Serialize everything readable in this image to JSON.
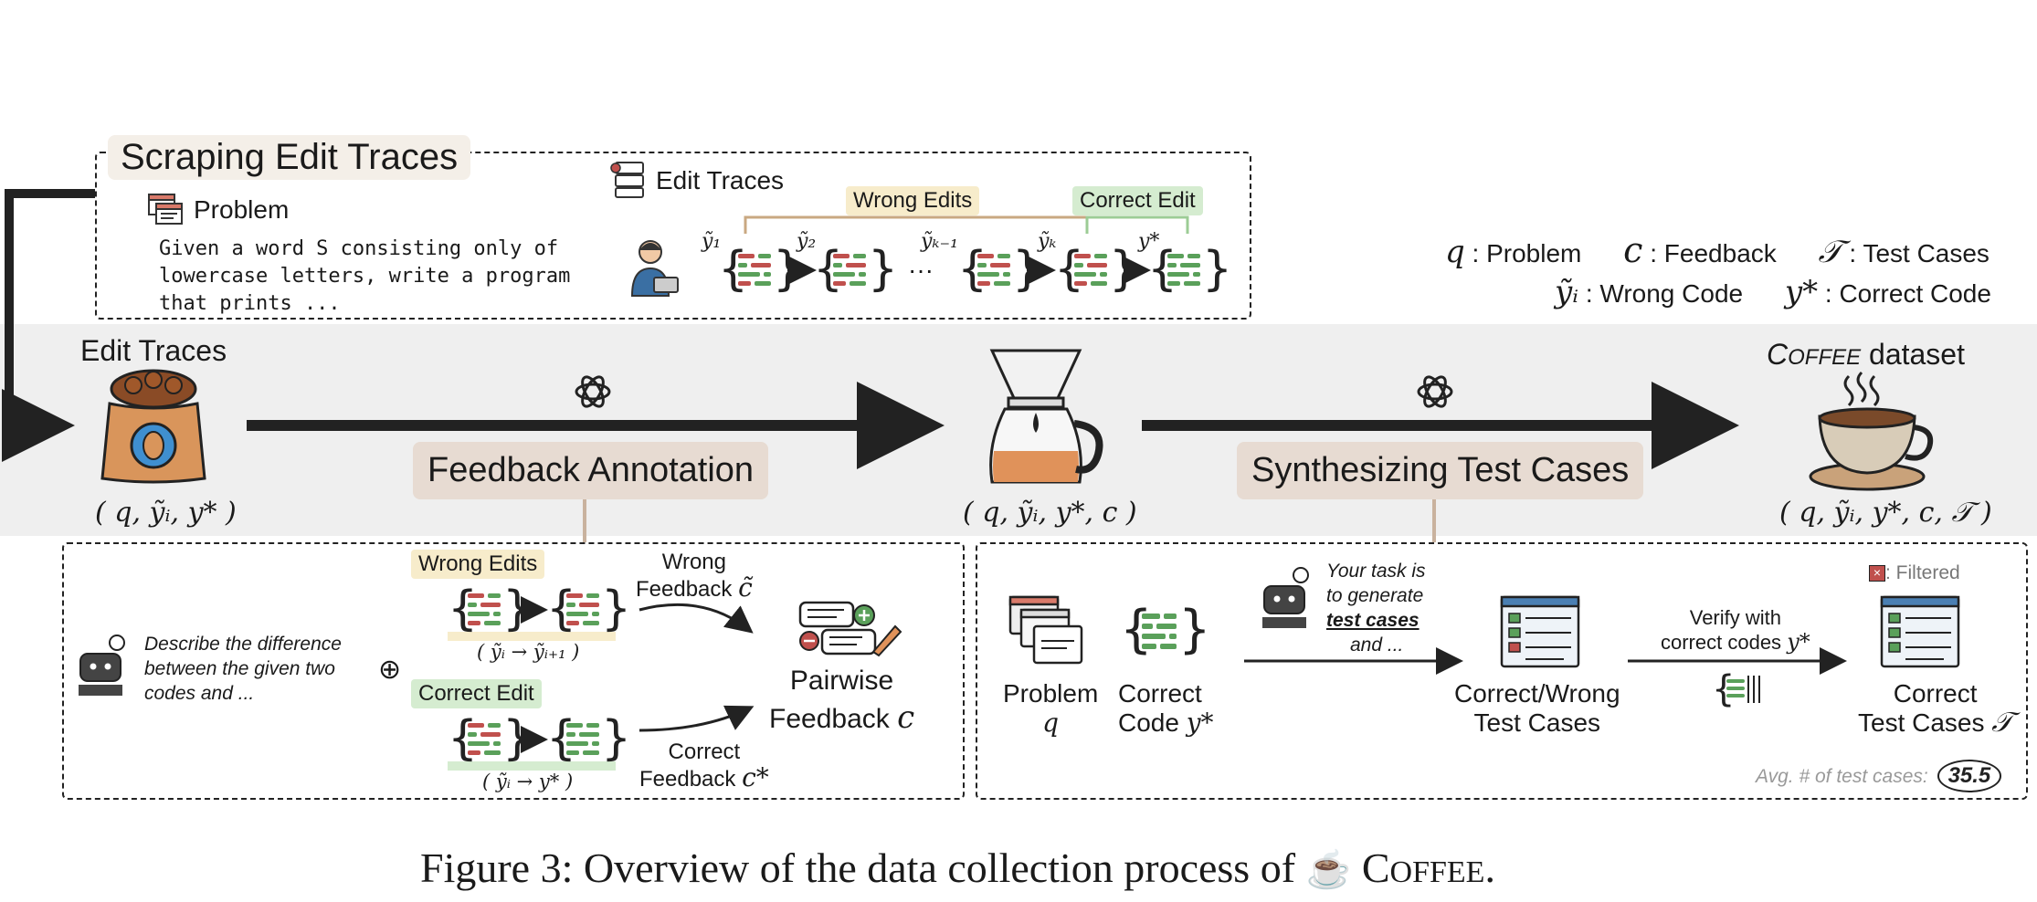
{
  "scraping": {
    "title": "Scraping Edit Traces",
    "problem_label": "Problem",
    "problem_text": [
      "Given a word S consisting only of",
      "lowercase letters, write a program",
      "that prints ..."
    ],
    "edit_traces_label": "Edit Traces",
    "wrong_edits_label": "Wrong Edits",
    "correct_edit_label": "Correct Edit",
    "trace_labels": [
      "ỹ₁",
      "ỹ₂",
      "ỹₖ₋₁",
      "ỹₖ",
      "y*"
    ],
    "ellipsis": "···"
  },
  "legend": {
    "row1": [
      {
        "sym": "q",
        "text": "Problem"
      },
      {
        "sym": "c",
        "text": "Feedback"
      },
      {
        "sym": "𝒯",
        "text": "Test Cases"
      }
    ],
    "row2": [
      {
        "sym": "ỹᵢ",
        "text": "Wrong Code"
      },
      {
        "sym": "y*",
        "text": "Correct Code"
      }
    ]
  },
  "pipeline": {
    "edit_traces_label": "Edit Traces",
    "tuple1": "( q, ỹᵢ, y* )",
    "feedback_annotation": "Feedback Annotation",
    "tuple2": "( q, ỹᵢ, y*, c )",
    "synthesizing": "Synthesizing Test Cases",
    "dataset_label_c": "C",
    "dataset_label_offee": "OFFEE",
    "dataset_label_rest": " dataset",
    "tuple3": "( q, ỹᵢ, y*, c, 𝒯 )"
  },
  "feedback_panel": {
    "prompt": "Describe the difference between the given two codes and ...",
    "oplus": "⊕",
    "wrong_edits": "Wrong Edits",
    "wrong_transition": "( ỹᵢ → ỹᵢ₊₁ )",
    "correct_edit": "Correct Edit",
    "correct_transition": "( ỹᵢ → y* )",
    "wrong_feedback_line1": "Wrong",
    "wrong_feedback_line2": "Feedback",
    "wrong_feedback_sym": "c̃",
    "correct_feedback_line1": "Correct",
    "correct_feedback_line2": "Feedback",
    "correct_feedback_sym": "c*",
    "pairwise_line1": "Pairwise",
    "pairwise_line2": "Feedback",
    "pairwise_sym": "c"
  },
  "test_panel": {
    "problem_label": "Problem",
    "problem_sym": "q",
    "correct_code_line1": "Correct",
    "correct_code_line2": "Code",
    "correct_code_sym": "y*",
    "task_line1": "Your task is",
    "task_line2": "to generate",
    "task_line3": "test cases",
    "task_line4": "and ...",
    "cw_line1": "Correct/Wrong",
    "cw_line2": "Test Cases",
    "verify_line1": "Verify with",
    "verify_line2": "correct codes",
    "verify_sym": "y*",
    "filtered": ": Filtered",
    "final_line1": "Correct",
    "final_line2": "Test Cases",
    "final_sym": "𝒯",
    "avg_label": "Avg. # of test cases:",
    "avg_value": "35.5"
  },
  "caption": {
    "prefix": "Figure 3: Overview of the data collection process of ",
    "c": "C",
    "offee": "OFFEE",
    "suffix": "."
  },
  "colors": {
    "band": "#efefef",
    "tag_beige": "#e7dbd2",
    "wrong_highlight": "#f7eccb",
    "correct_highlight": "#d5ecd0",
    "code_red": "#c0504d",
    "code_green": "#5aa05a",
    "connector": "#c9b29e"
  }
}
